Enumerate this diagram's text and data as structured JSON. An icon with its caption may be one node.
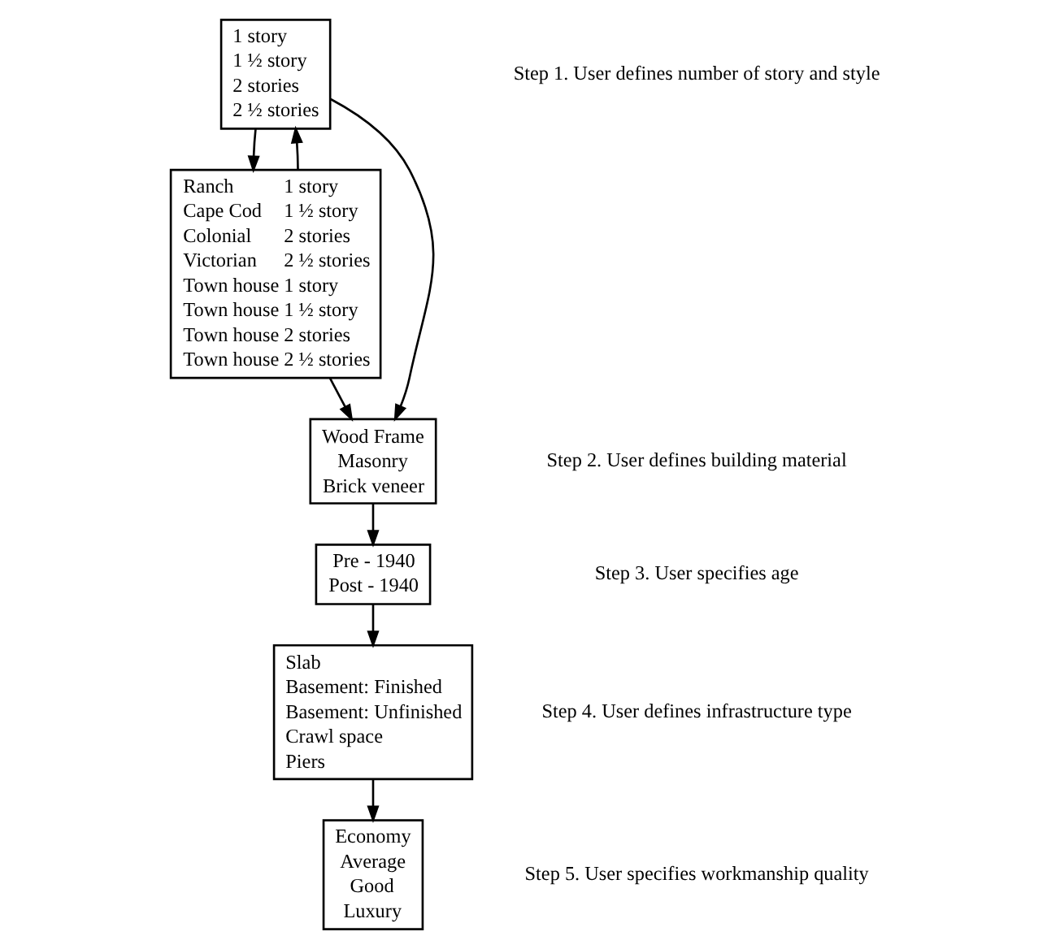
{
  "diagram": {
    "nodes": [
      {
        "text": [
          "1 story",
          "1 ½ story",
          "2 stories",
          "2 ½ stories"
        ]
      },
      {
        "text": [
          "Ranch",
          "1 story",
          "Cape Cod",
          "1 ½ story",
          "Colonial",
          "2 stories",
          "Victorian",
          "2 ½ stories",
          "Town house",
          "1 story",
          "Town house",
          "1 ½ story",
          "Town house",
          "2 stories",
          "Town house",
          "2 ½ stories"
        ]
      },
      {
        "text": [
          "Wood Frame",
          "Masonry",
          "Brick veneer"
        ]
      },
      {
        "text": [
          "Pre - 1940",
          "Post - 1940"
        ]
      },
      {
        "text": [
          "Slab",
          "Basement: Finished",
          "Basement: Unfinished",
          "Crawl space",
          "Piers"
        ]
      },
      {
        "text": [
          "Economy",
          "Average",
          "Good",
          "Luxury"
        ]
      }
    ],
    "edges": [
      {
        "from": 0,
        "to": 1,
        "arrow": "to"
      },
      {
        "from": 1,
        "to": 0,
        "arrow": "to"
      },
      {
        "from": 0,
        "to": 2,
        "arrow": "to"
      },
      {
        "from": 1,
        "to": 2,
        "arrow": "to"
      },
      {
        "from": 2,
        "to": 3,
        "arrow": "to"
      },
      {
        "from": 3,
        "to": 4,
        "arrow": "to"
      },
      {
        "from": 4,
        "to": 5,
        "arrow": "to"
      }
    ],
    "labels": [
      "Step 1. User defines number of story and style",
      "Step 2. User defines building material",
      "Step 3. User specifies age",
      "Step 4. User defines infrastructure type",
      "Step 5. User specifies workmanship quality"
    ]
  }
}
